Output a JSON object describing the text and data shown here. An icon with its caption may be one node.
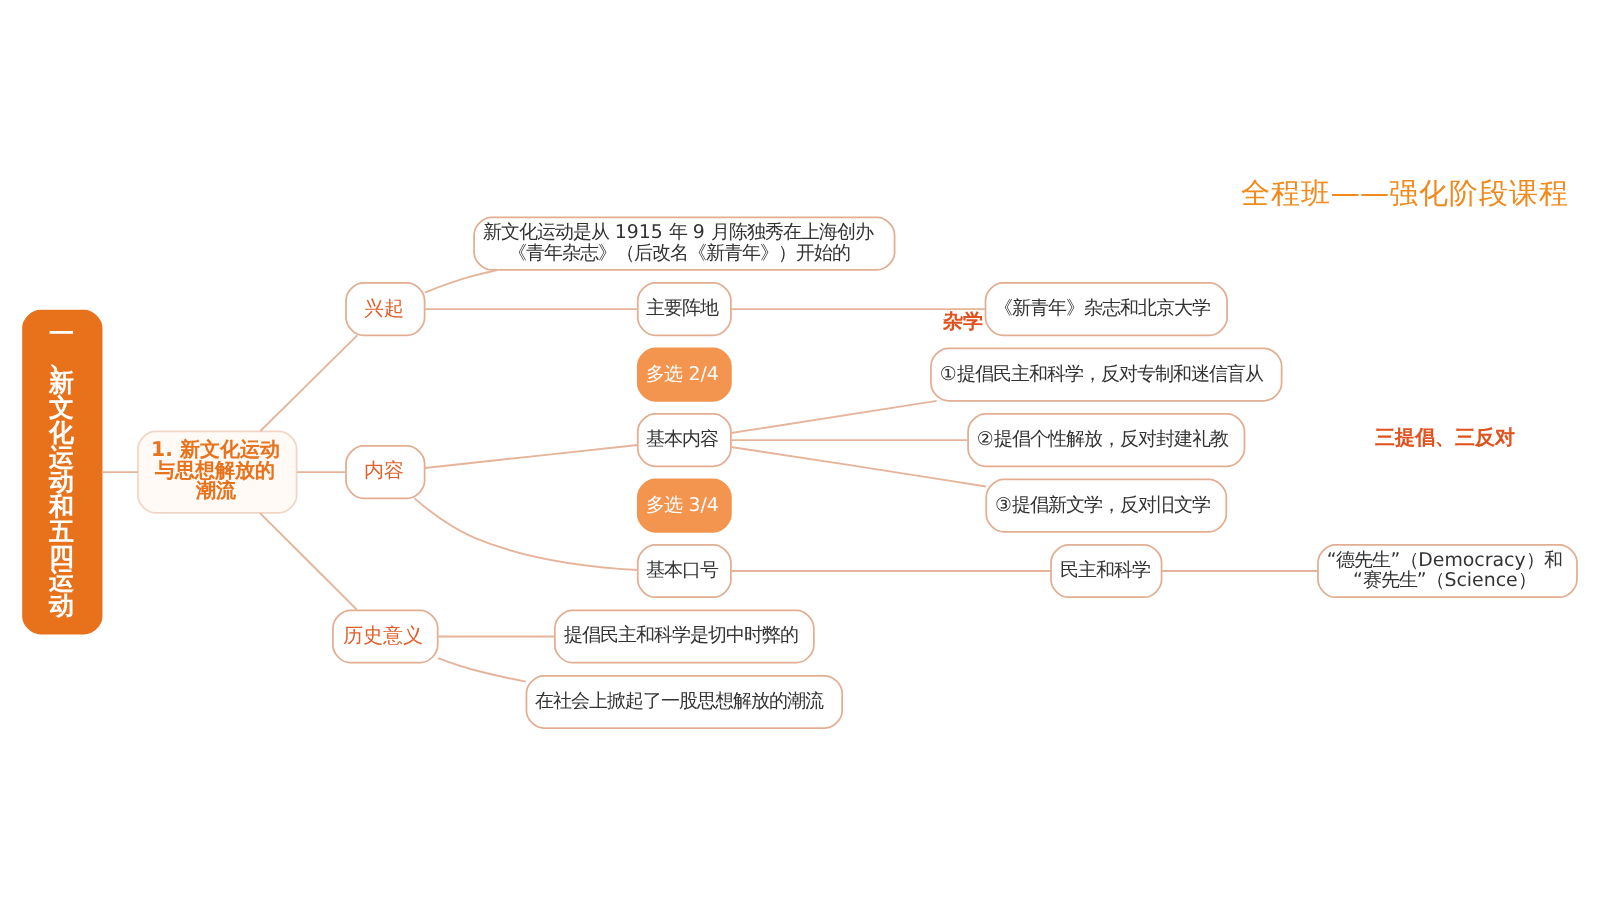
{
  "diagram": {
    "title": "全程班——强化阶段课程",
    "nodes": [
      {
        "text": [
          "一、新文化运动和五四运动"
        ]
      },
      {
        "text": [
          "1. 新文化运动与思想解放的潮流"
        ]
      },
      {
        "text": [
          "兴起"
        ]
      },
      {
        "text": [
          "新文化运动是从 1915 年 9 月陈独秀在上海创办《青年杂志》（后改名《新青年》）开始的"
        ]
      },
      {
        "text": [
          "主要阵地"
        ]
      },
      {
        "text": [
          "《新青年》杂志和北京大学"
        ],
        "beside": [
          "杂学"
        ]
      },
      {
        "text": [
          "多选 2/4"
        ]
      },
      {
        "text": [
          "内容"
        ]
      },
      {
        "text": [
          "基本内容"
        ]
      },
      {
        "text": [
          "①提倡民主和科学，反对专制和迷信盲从"
        ]
      },
      {
        "text": [
          "②提倡个性解放，反对封建礼教"
        ]
      },
      {
        "text": [
          "③提倡新文学，反对旧文学"
        ]
      },
      {
        "text": [
          "多选 3/4"
        ]
      },
      {
        "text": [
          "基本口号"
        ]
      },
      {
        "text": [
          "民主和科学"
        ]
      },
      {
        "text": [
          "“德先生”（Democracy）和“赛先生”（Science）"
        ]
      },
      {
        "text": [
          "历史意义"
        ]
      },
      {
        "text": [
          "提倡民主和科学是切中时弊的"
        ]
      },
      {
        "text": [
          "在社会上掀起了一股思想解放的潮流"
        ]
      }
    ],
    "edges": [
      {
        "from": 0,
        "to": 1,
        "arrow": "none"
      },
      {
        "from": 1,
        "to": 2,
        "arrow": "none"
      },
      {
        "from": 1,
        "to": 7,
        "arrow": "none"
      },
      {
        "from": 1,
        "to": 16,
        "arrow": "none"
      },
      {
        "from": 2,
        "to": 3,
        "arrow": "none"
      },
      {
        "from": 2,
        "to": 4,
        "arrow": "none"
      },
      {
        "from": 4,
        "to": 5,
        "arrow": "none"
      },
      {
        "from": 7,
        "to": 8,
        "arrow": "none"
      },
      {
        "from": 8,
        "to": 9,
        "arrow": "none"
      },
      {
        "from": 8,
        "to": 10,
        "arrow": "none"
      },
      {
        "from": 8,
        "to": 11,
        "arrow": "none"
      },
      {
        "from": 7,
        "to": 13,
        "arrow": "none"
      },
      {
        "from": 13,
        "to": 14,
        "arrow": "none"
      },
      {
        "from": 14,
        "to": 15,
        "arrow": "none"
      },
      {
        "from": 16,
        "to": 17,
        "arrow": "none"
      },
      {
        "from": 16,
        "to": 18,
        "arrow": "none"
      }
    ],
    "labels": [
      "三提倡、三反对"
    ]
  }
}
